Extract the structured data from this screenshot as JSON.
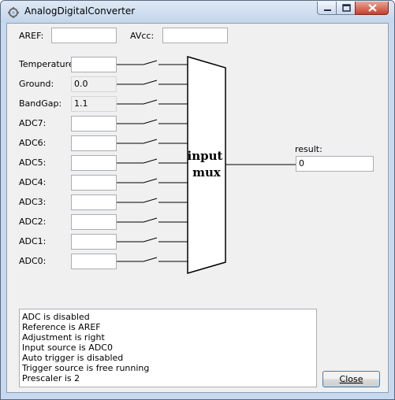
{
  "window": {
    "title": "AnalogDigitalConverter"
  },
  "refs": {
    "aref_label": "AREF:",
    "aref_value": "",
    "avcc_label": "AVcc:",
    "avcc_value": ""
  },
  "inputs": [
    {
      "label": "Temperature:",
      "value": "",
      "readonly": false
    },
    {
      "label": "Ground:",
      "value": "0.0",
      "readonly": true
    },
    {
      "label": "BandGap:",
      "value": "1.1",
      "readonly": true
    },
    {
      "label": "ADC7:",
      "value": "",
      "readonly": false
    },
    {
      "label": "ADC6:",
      "value": "",
      "readonly": false
    },
    {
      "label": "ADC5:",
      "value": "",
      "readonly": false
    },
    {
      "label": "ADC4:",
      "value": "",
      "readonly": false
    },
    {
      "label": "ADC3:",
      "value": "",
      "readonly": false
    },
    {
      "label": "ADC2:",
      "value": "",
      "readonly": false
    },
    {
      "label": "ADC1:",
      "value": "",
      "readonly": false
    },
    {
      "label": "ADC0:",
      "value": "",
      "readonly": false
    }
  ],
  "mux": {
    "line1": "input",
    "line2": "mux"
  },
  "result": {
    "label": "result:",
    "value": "0"
  },
  "log": [
    "ADC is disabled",
    "Reference is AREF",
    "Adjustment is right",
    "Input source is ADC0",
    "Auto trigger is disabled",
    "Trigger source is free running",
    "Prescaler is 2"
  ],
  "buttons": {
    "close": "Close"
  },
  "icons": {
    "app": "app-icon",
    "minimize": "minimize-icon",
    "maximize": "maximize-icon",
    "close": "close-icon"
  }
}
